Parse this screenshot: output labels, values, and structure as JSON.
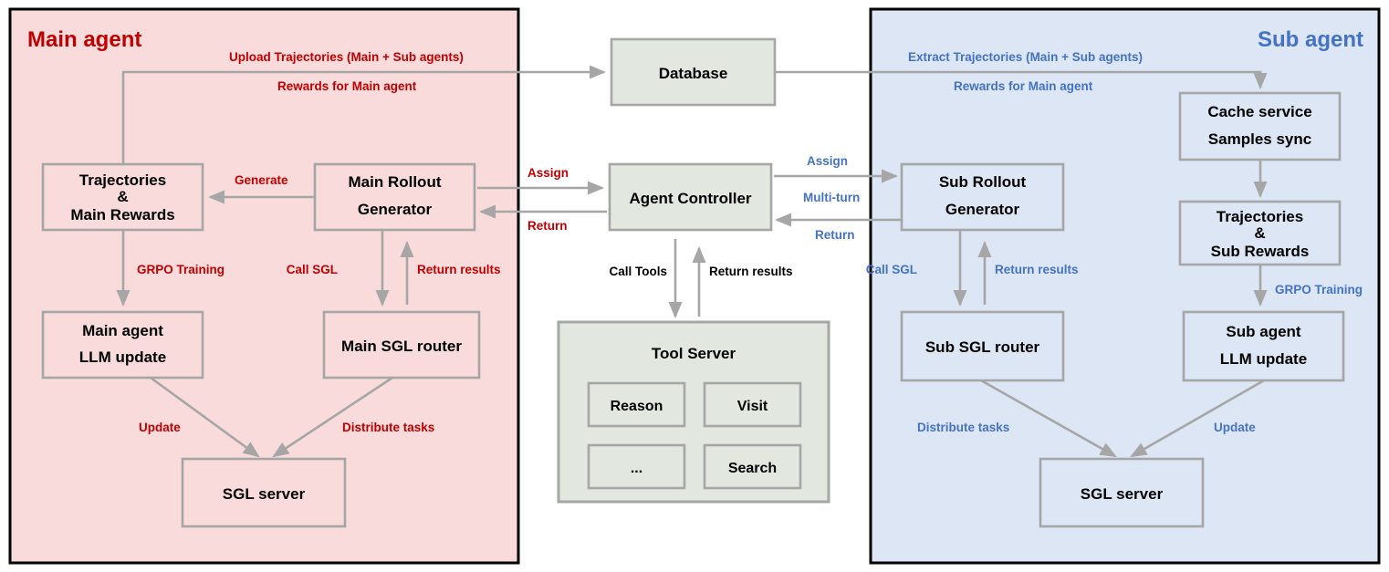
{
  "colors": {
    "main_accent": "#C00000",
    "sub_accent": "#4472C4",
    "main_panel_fill": "#F9DBDB",
    "sub_panel_fill": "#DCE6F5",
    "center_box_fill": "#E2E7DF",
    "panel_border": "#000000",
    "box_border": "#A6A6A6",
    "arrow": "#A6A6A6",
    "neutral_text": "#000000"
  },
  "panels": {
    "main": {
      "title": "Main agent"
    },
    "sub": {
      "title": "Sub agent"
    }
  },
  "nodes": {
    "main_trajectories": {
      "lines": [
        "Trajectories",
        "&",
        "Main Rewards"
      ]
    },
    "main_rollout": {
      "lines": [
        "Main Rollout",
        "Generator"
      ]
    },
    "main_llm_update": {
      "lines": [
        "Main agent",
        "LLM update"
      ]
    },
    "main_sgl_router": {
      "lines": [
        "Main SGL router"
      ]
    },
    "main_sgl_server": {
      "lines": [
        "SGL server"
      ]
    },
    "database": {
      "lines": [
        "Database"
      ]
    },
    "agent_controller": {
      "lines": [
        "Agent Controller"
      ]
    },
    "tool_server": {
      "title": "Tool Server",
      "tools": [
        "Reason",
        "Visit",
        "...",
        "Search"
      ]
    },
    "sub_rollout": {
      "lines": [
        "Sub Rollout",
        "Generator"
      ]
    },
    "sub_cache": {
      "lines": [
        "Cache service",
        "Samples sync"
      ]
    },
    "sub_trajectories": {
      "lines": [
        "Trajectories",
        "&",
        "Sub Rewards"
      ]
    },
    "sub_sgl_router": {
      "lines": [
        "Sub SGL router"
      ]
    },
    "sub_llm_update": {
      "lines": [
        "Sub agent",
        "LLM update"
      ]
    },
    "sub_sgl_server": {
      "lines": [
        "SGL server"
      ]
    }
  },
  "edges": {
    "main_upload": "Upload Trajectories (Main + Sub agents)",
    "main_rewards": "Rewards for Main agent",
    "main_generate": "Generate",
    "main_grpo": "GRPO Training",
    "main_call_sgl": "Call SGL",
    "main_return_results": "Return results",
    "main_update": "Update",
    "main_distribute": "Distribute tasks",
    "main_assign": "Assign",
    "main_return": "Return",
    "center_call_tools": "Call Tools",
    "center_return_results": "Return results",
    "sub_assign": "Assign",
    "sub_multi_turn": "Multi-turn",
    "sub_return": "Return",
    "sub_extract": "Extract Trajectories (Main + Sub agents)",
    "sub_rewards": "Rewards for Main agent",
    "sub_call_sgl": "Call SGL",
    "sub_return_results": "Return results",
    "sub_grpo": "GRPO Training",
    "sub_distribute": "Distribute tasks",
    "sub_update": "Update"
  }
}
